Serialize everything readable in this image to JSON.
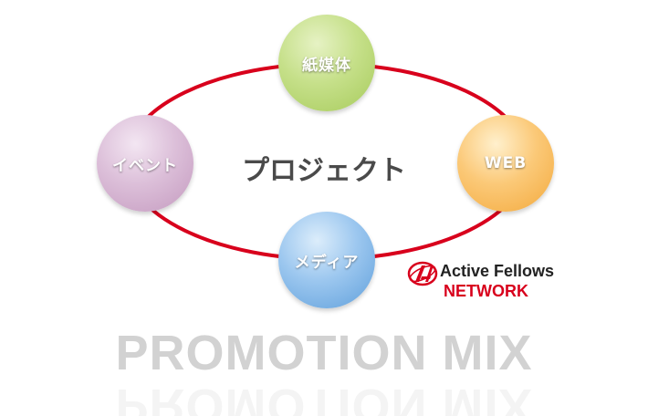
{
  "diagram": {
    "center_label": "プロジェクト",
    "nodes": {
      "paper": "紙媒体",
      "web": "WEB",
      "event": "イベント",
      "media": "メディア"
    },
    "ring_color": "#d8001c"
  },
  "brand": {
    "name_line1": "Active Fellows",
    "name_line2": "NETWORK",
    "accent_color": "#d8001c"
  },
  "footer": {
    "title": "PROMOTION MIX"
  }
}
